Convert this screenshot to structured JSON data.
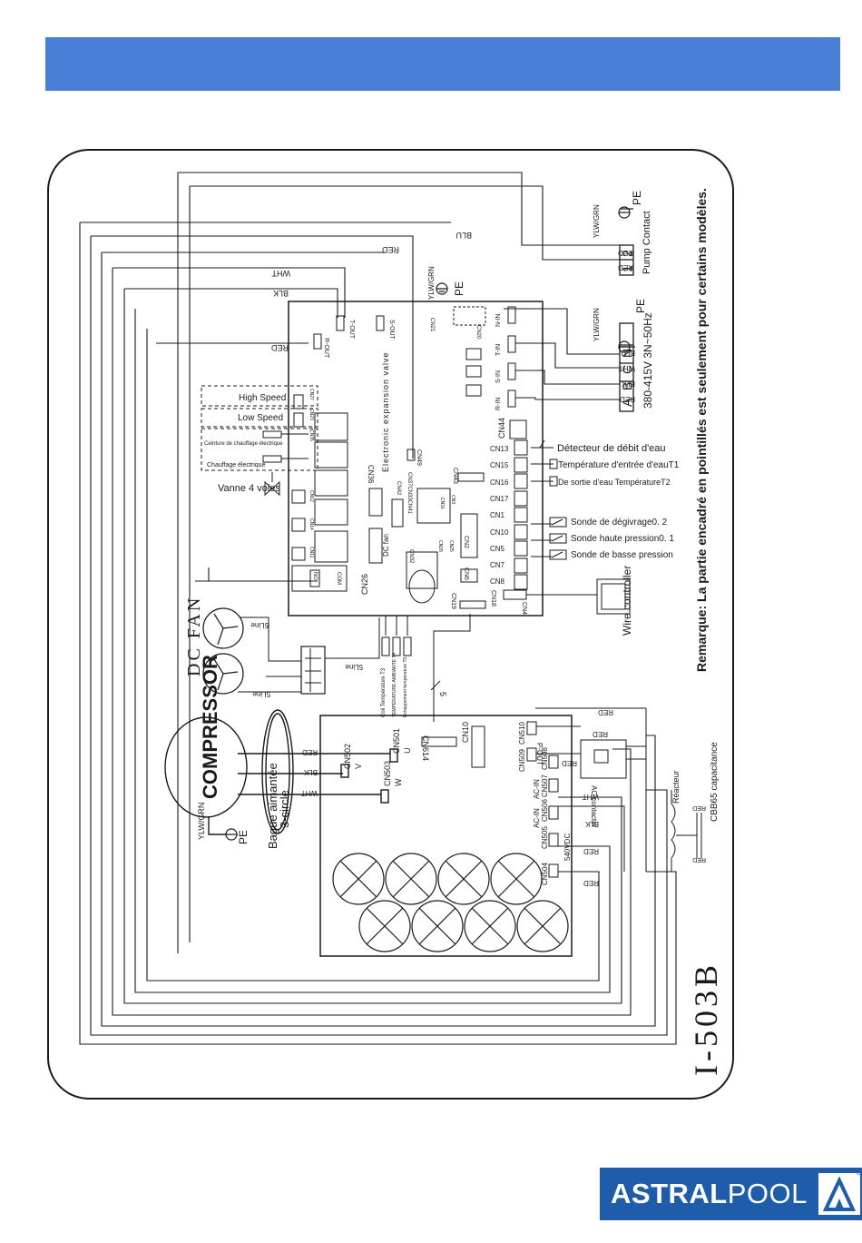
{
  "header": {
    "color": "#4a7fd6"
  },
  "model": "I-503B",
  "remark": "Remarque: La partie encadré en pointillés est seulement pour certains modèles.",
  "components": {
    "compressor": "COMPRESSOR",
    "compressor_ground": "YLW/GRN",
    "compressor_pe": "PE",
    "ring_label_1": "Bague aimantée",
    "ring_label_2": "3-circle",
    "dc_fan": "DC FAN",
    "fan_line_1": "5Line",
    "fan_line_2": "5Line",
    "fan_line_3": "5Line",
    "high_speed": "High Speed",
    "low_speed": "Low Speed",
    "belt_heater": "Ceinture de chauffage électrique",
    "electric_heater": "Chauffage électrique",
    "four_way_valve": "Vanne 4 voies",
    "eev": "Electronic  expansion  valve",
    "wire_controller": "Wire controller",
    "power_label": "380-415V 3N~50Hz",
    "pump_contact": "Pump Contact",
    "ac_contactor": "AC contactor",
    "reactor": "Réacteur",
    "capacitance": "CBB65 capacitance",
    "dc_fan_small": "DC fan",
    "bus_count": "5"
  },
  "wires": {
    "blu": "BLU",
    "red": "RED",
    "wht": "WHT",
    "blk": "BLK",
    "ylw_grn": "YLW/GRN",
    "pe": "PE"
  },
  "terminals": {
    "power": [
      "A",
      "B",
      "C",
      "N"
    ],
    "pump": [
      "1",
      "2"
    ]
  },
  "board_pins": {
    "n_in": "N-IN",
    "t_in": "T-IN",
    "s_in": "S-IN",
    "r_in": "R-IN",
    "t_out": "T-OUT",
    "s_out": "S-OUT",
    "r_out": "R-OUT",
    "cn21": "CN21",
    "cn20": "CN20",
    "cn44": "CN44",
    "cn13": "CN13",
    "cn15": "CN15",
    "cn16": "CN16",
    "cn17": "CN17",
    "cn1": "CN1",
    "cn10": "CN10",
    "cn5": "CN5",
    "cn7": "CN7",
    "cn8": "CN8",
    "cn4": "CN4",
    "cn18": "CN18",
    "cn19": "CN19",
    "cn6": "CN6",
    "cn2": "CN2",
    "cn32": "CN32",
    "cn43": "CN43",
    "cn42": "CN42",
    "cn41": "CN37CN33CN41",
    "cn36": "CN36",
    "cn26": "CN26",
    "cn49": "CN49",
    "cn27": "CN27",
    "cn23": "CN23",
    "cn35": "CN35",
    "cn12": "CN12",
    "cn14": "CN14",
    "cn11": "CN11",
    "cn31": "CN31",
    "cn28": "CN28",
    "cn25": "CN25",
    "cn3": "CN3",
    "no": "NO",
    "com": "COM"
  },
  "sensors": {
    "flow": "Détecteur de débit d'eau",
    "t1": "Température d'entrée d'eauT1",
    "t2": "De sortie d'eau TempératureT2",
    "defrost": "Sonde de dégivrage0. 2",
    "high_pressure": "Sonde haute pression0. 1",
    "low_pressure": "Sonde de basse pression",
    "t3": "Coil Température T3",
    "ambient": "TEMPÉRATURE AMBIANTE T4",
    "exhaust": "Échappement température T5"
  },
  "drive_pins": {
    "cn501": "CN501",
    "u": "U",
    "cn502": "CN502",
    "v": "V",
    "cn503": "CN503",
    "w": "W",
    "cn614": "CN614",
    "cn10": "CN10",
    "cn510": "CN510",
    "cn509": "CN509",
    "p_out": "P-OUT",
    "cn508": "CN508",
    "cn507": "CN507",
    "ac_in_1": "AC-IN",
    "ac_in_2": "AC-IN",
    "cn506": "CN506",
    "cn505": "CN505",
    "cn504": "CN504",
    "dc540": "540VDC"
  },
  "logo": {
    "bold": "ASTRAL",
    "light": "POOL",
    "reg": "®"
  }
}
